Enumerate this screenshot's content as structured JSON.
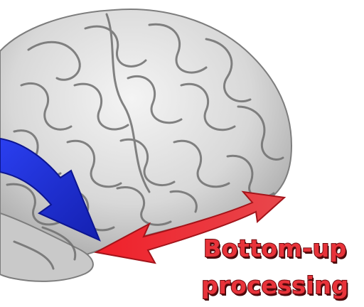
{
  "caption": {
    "line1": "Bottom-up",
    "line2": "processing"
  },
  "colors": {
    "bottom_up_arrow": "#e8333a",
    "top_down_arrow": "#1d2fd6",
    "brain_fill": "#d9d9d9",
    "brain_shadow": "#9a9a9a",
    "background": "#ffffff"
  },
  "icons": {
    "brain": "brain-illustration",
    "blue_arrow": "blue-curved-arrow",
    "red_arrow": "red-double-headed-arrow"
  }
}
